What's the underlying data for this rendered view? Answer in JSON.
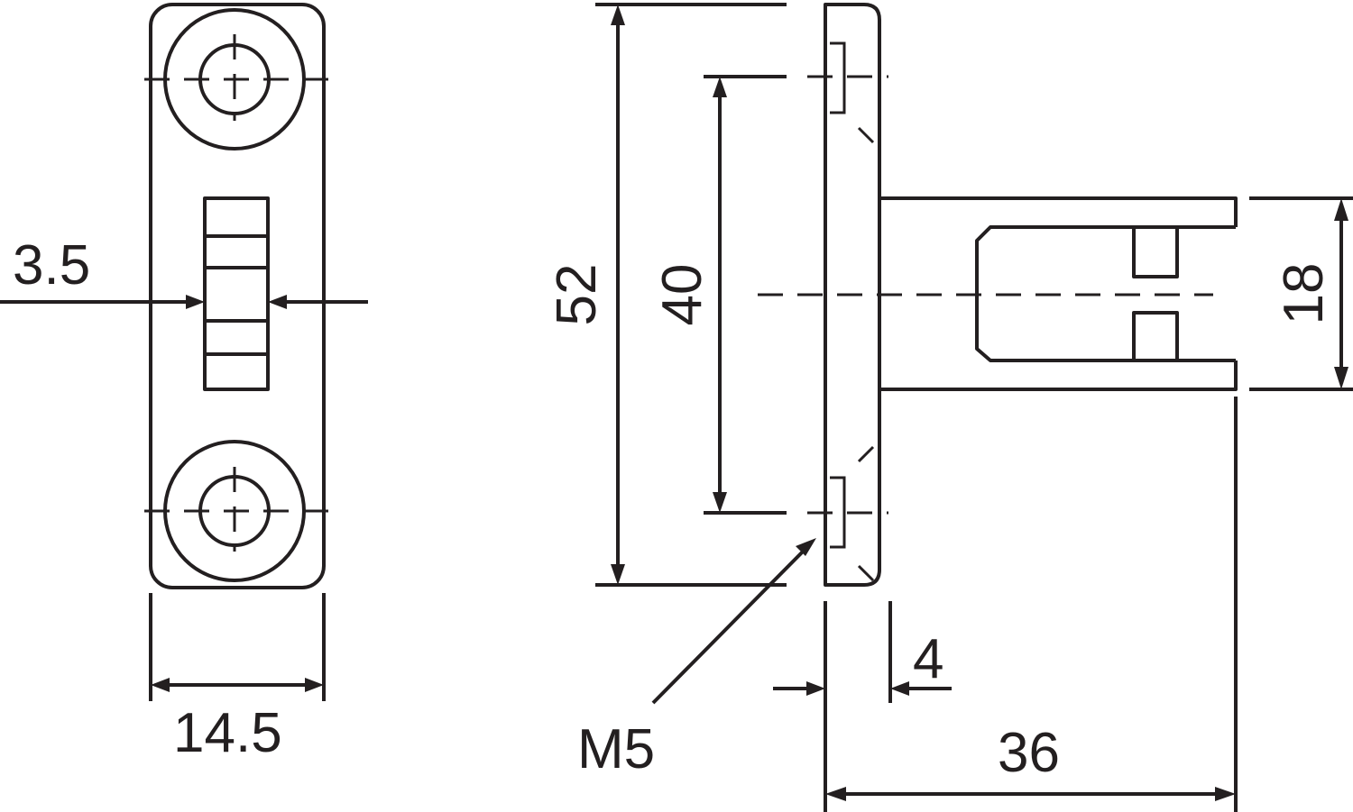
{
  "drawing": {
    "dimensions": {
      "slot_width": "3.5",
      "plate_width": "14.5",
      "overall_height": "52",
      "hole_spacing": "40",
      "thread": "M5",
      "plate_thickness": "4",
      "overall_depth": "36",
      "tongue_width": "18"
    }
  }
}
